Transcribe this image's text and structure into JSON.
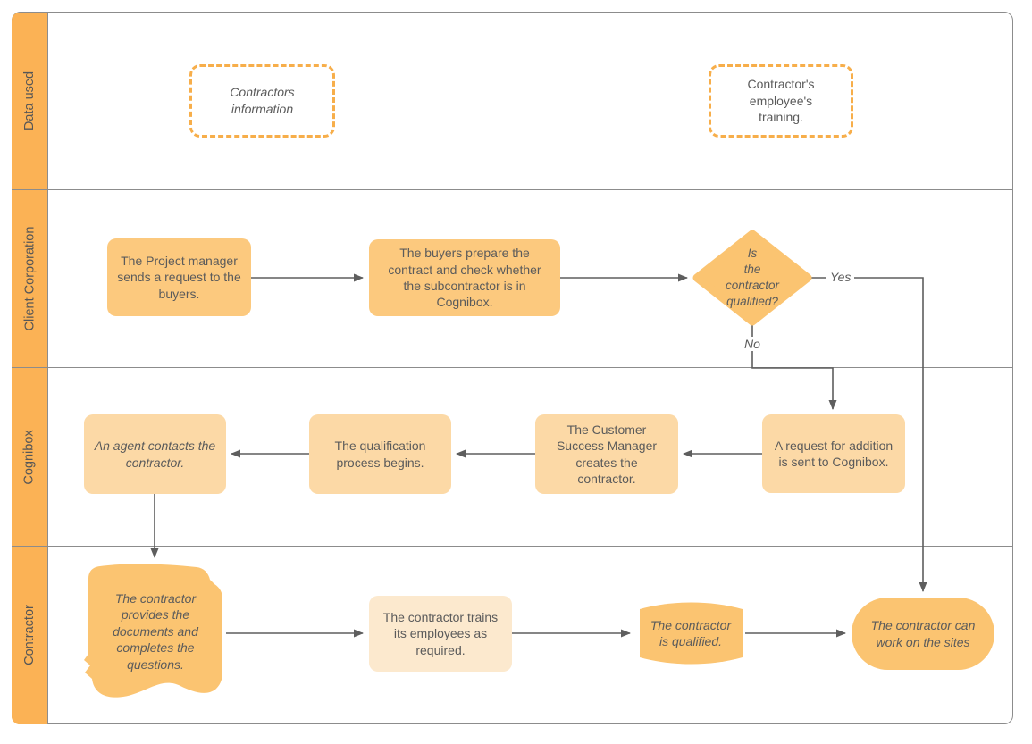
{
  "lanes": [
    {
      "label": "Data used"
    },
    {
      "label": "Client Corporation"
    },
    {
      "label": "Cognibox"
    },
    {
      "label": "Contractor"
    }
  ],
  "nodes": {
    "contractors_information": {
      "text": "Contractors information",
      "type": "data-store-dashed"
    },
    "employees_training": {
      "text": "Contractor's employee's training.",
      "type": "data-store-dashed"
    },
    "project_manager_request": {
      "text": "The Project manager sends a request to the buyers.",
      "type": "process"
    },
    "buyers_prepare": {
      "text": "The buyers prepare the contract and check whether the subcontractor is in Cognibox.",
      "type": "process"
    },
    "qualified_decision": {
      "text": "Is\nthe\ncontractor\nqualified?",
      "type": "decision"
    },
    "request_addition": {
      "text": "A request for addition is sent to Cognibox.",
      "type": "process"
    },
    "csm_creates": {
      "text": "The Customer Success Manager creates the contractor.",
      "type": "process"
    },
    "qualification_begins": {
      "text": "The qualification process begins.",
      "type": "process"
    },
    "agent_contacts": {
      "text": "An agent contacts the contractor.",
      "type": "process"
    },
    "provides_documents": {
      "text": "The contractor provides the documents and completes the questions.",
      "type": "torn-paper"
    },
    "trains_employees": {
      "text": "The contractor trains its employees as required.",
      "type": "process"
    },
    "is_qualified": {
      "text": "The contractor is qualified.",
      "type": "flex-card"
    },
    "work_on_sites": {
      "text": "The contractor can work on the sites",
      "type": "terminator"
    }
  },
  "edge_labels": {
    "yes": "Yes",
    "no": "No"
  },
  "colors": {
    "lane_strip": "#FBB255",
    "frame_border": "#8C8C8C",
    "process_medium": "#FCC97E",
    "shape_accent": "#FBC471",
    "process_light": "#FCD9A6",
    "process_lightest": "#FCE9CE",
    "dashed_border": "#F7AE4A",
    "connector": "#5E5E5E",
    "text": "#5B5B5B"
  }
}
